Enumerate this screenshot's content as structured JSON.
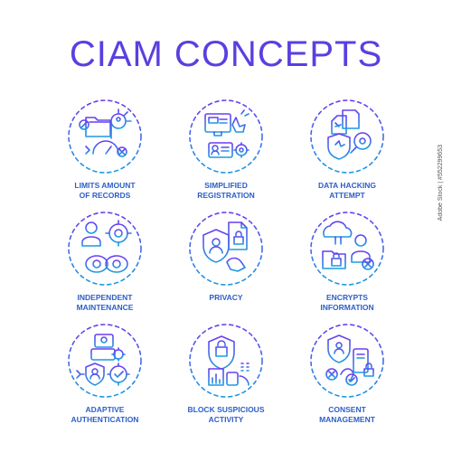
{
  "title": "CIAM CONCEPTS",
  "colors": {
    "title": "#5a3fe0",
    "gradient_top": "#6a3df0",
    "gradient_bottom": "#1e9be0",
    "label": "#2b5fc9"
  },
  "items": [
    {
      "label": "LIMITS AMOUNT\nOF RECORDS",
      "icon": "records-limit-icon"
    },
    {
      "label": "SIMPLIFIED\nREGISTRATION",
      "icon": "registration-icon"
    },
    {
      "label": "DATA HACKING\nATTEMPT",
      "icon": "data-hacking-icon"
    },
    {
      "label": "INDEPENDENT\nMAINTENANCE",
      "icon": "maintenance-icon"
    },
    {
      "label": "PRIVACY",
      "icon": "privacy-icon"
    },
    {
      "label": "ENCRYPTS\nINFORMATION",
      "icon": "encrypt-icon"
    },
    {
      "label": "ADAPTIVE\nAUTHENTICATION",
      "icon": "adaptive-auth-icon"
    },
    {
      "label": "BLOCK SUSPICIOUS\nACTIVITY",
      "icon": "block-activity-icon"
    },
    {
      "label": "CONSENT\nMANAGEMENT",
      "icon": "consent-icon"
    }
  ],
  "watermark": "Adobe Stock | #552299653"
}
